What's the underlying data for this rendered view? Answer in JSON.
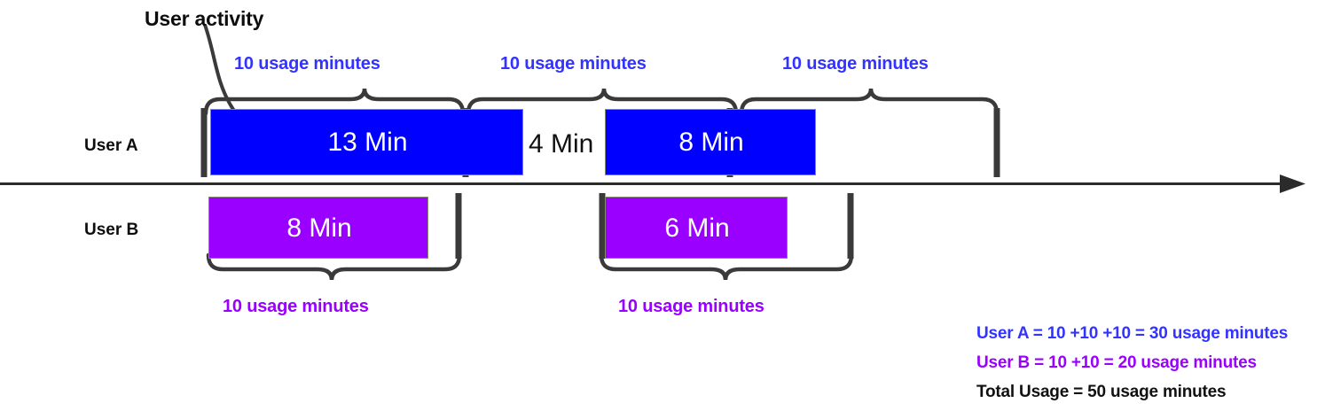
{
  "diagram": {
    "title_annotation": "User activity",
    "axis": {
      "arrow": "right-arrow"
    },
    "colors": {
      "user_a_bar": "#0000FF",
      "user_b_bar": "#9900FF",
      "user_a_label": "#3333FF",
      "user_b_label": "#9900FF",
      "brace": "#3a3a3a",
      "total_label": "#111111",
      "bar_text": "#FFFFFF"
    },
    "rows": [
      {
        "name": "user-a",
        "label": "User A",
        "bars": [
          {
            "label": "13 Min",
            "minutes": 13
          },
          {
            "label": "8 Min",
            "minutes": 8
          }
        ],
        "gap_label": "4 Min",
        "gap_minutes": 4,
        "braces": [
          {
            "label": "10 usage minutes",
            "minutes": 10
          },
          {
            "label": "10 usage minutes",
            "minutes": 10
          },
          {
            "label": "10 usage minutes",
            "minutes": 10
          }
        ]
      },
      {
        "name": "user-b",
        "label": "User B",
        "bars": [
          {
            "label": "8 Min",
            "minutes": 8
          },
          {
            "label": "6 Min",
            "minutes": 6
          }
        ],
        "braces": [
          {
            "label": "10 usage minutes",
            "minutes": 10
          },
          {
            "label": "10 usage minutes",
            "minutes": 10
          }
        ]
      }
    ],
    "summary": {
      "user_a": "User A = 10 +10 +10 = 30 usage minutes",
      "user_b": "User B = 10 +10 = 20 usage minutes",
      "total": "Total Usage = 50 usage minutes"
    }
  },
  "chart_data": {
    "type": "bar",
    "title": "User activity vs. usage minutes timeline",
    "xlabel": "",
    "ylabel": "",
    "series": [
      {
        "name": "User A",
        "color": "#0000FF",
        "segments": [
          {
            "label": "13 Min",
            "value": 13,
            "x_start": 237,
            "x_end": 590
          },
          {
            "label": "8 Min",
            "value": 8,
            "x_start": 682,
            "x_end": 920
          }
        ],
        "gaps": [
          {
            "label": "4 Min",
            "value": 4
          }
        ],
        "brace_totals": [
          10,
          10,
          10
        ],
        "brace_labels": [
          "10 usage minutes",
          "10 usage minutes",
          "10 usage minutes"
        ],
        "total": 30
      },
      {
        "name": "User B",
        "color": "#9900FF",
        "segments": [
          {
            "label": "8 Min",
            "value": 8,
            "x_start": 235,
            "x_end": 483
          },
          {
            "label": "6 Min",
            "value": 6,
            "x_start": 682,
            "x_end": 888
          }
        ],
        "brace_totals": [
          10,
          10
        ],
        "brace_labels": [
          "10 usage minutes",
          "10 usage minutes"
        ],
        "total": 20
      }
    ],
    "total_usage": 50,
    "annotations": [
      "User activity"
    ],
    "grid": false,
    "legend": "bottom-right"
  }
}
